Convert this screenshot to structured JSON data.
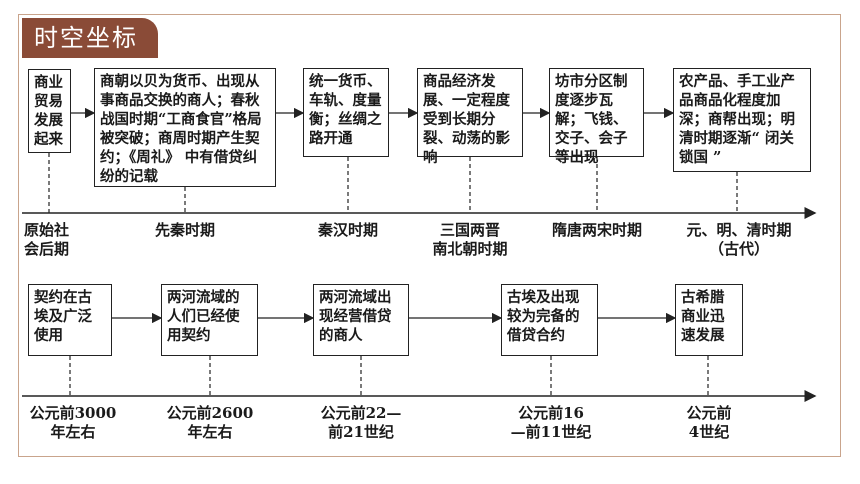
{
  "title": "时空坐标",
  "row1": {
    "boxes": [
      "商业\n贸易\n发展\n起来",
      "商朝以贝为货币、出现从事商品交换的商人；春秋战国时期“工商食官”格局被突破；商周时期产生契约；《周礼》 中有借贷纠纷的记载",
      "统一货币、车轨、度量衡；丝绸之路开通",
      "商品经济发展、一定程度受到长期分裂、动荡的影响",
      "坊市分区制度逐步瓦解；飞钱、交子、会子等出现",
      "农产品、手工业产品商品化程度加深；商帮出现；明清时期逐渐“ 闭关锁国 ”"
    ],
    "periods": [
      "原始社\n会后期",
      "先秦时期",
      "秦汉时期",
      "三国两晋\n南北朝时期",
      "隋唐两宋时期",
      "元、明、清时期\n（古代）"
    ]
  },
  "row2": {
    "boxes": [
      "契约在古埃及广泛使用",
      "两河流域的人们已经使用契约",
      "两河流域出现经营借贷的商人",
      "古埃及出现较为完备的借贷合约",
      "古希腊商业迅速发展"
    ],
    "periods": [
      "公元前3000\n年左右",
      "公元前2600\n年左右",
      "公元前22—\n前21世纪",
      "公元前16\n—前11世纪",
      "公元前\n4世纪"
    ]
  }
}
